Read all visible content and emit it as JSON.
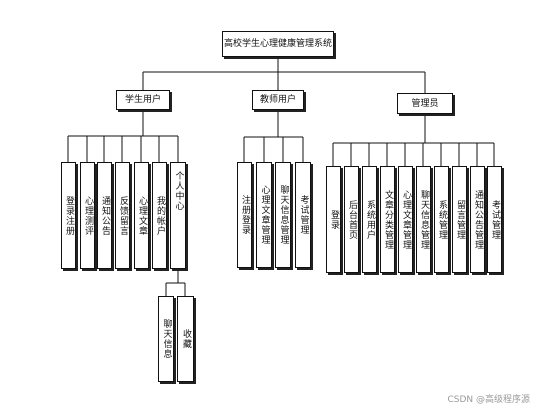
{
  "root": "高校学生心理健康管理系统",
  "roles": [
    {
      "id": "student",
      "label": "学生用户",
      "children": [
        "登录注册",
        "心理测评",
        "通知公告",
        "反馈留言",
        "心理文章",
        "我的帐户",
        "个人中心"
      ]
    },
    {
      "id": "teacher",
      "label": "教师用户",
      "children": [
        "注册登录",
        "心理文章管理",
        "聊天信息管理",
        "考试管理"
      ]
    },
    {
      "id": "admin",
      "label": "管理员",
      "children": [
        "登录",
        "后台首页",
        "系统用户",
        "文章分类管理",
        "心理文章管理",
        "聊天信息管理",
        "系统管理",
        "留言管理",
        "通知公告管理",
        "考试管理"
      ]
    }
  ],
  "personal_center_children": [
    "聊天信息",
    "收藏"
  ],
  "watermark": "CSDN @高级程序源"
}
